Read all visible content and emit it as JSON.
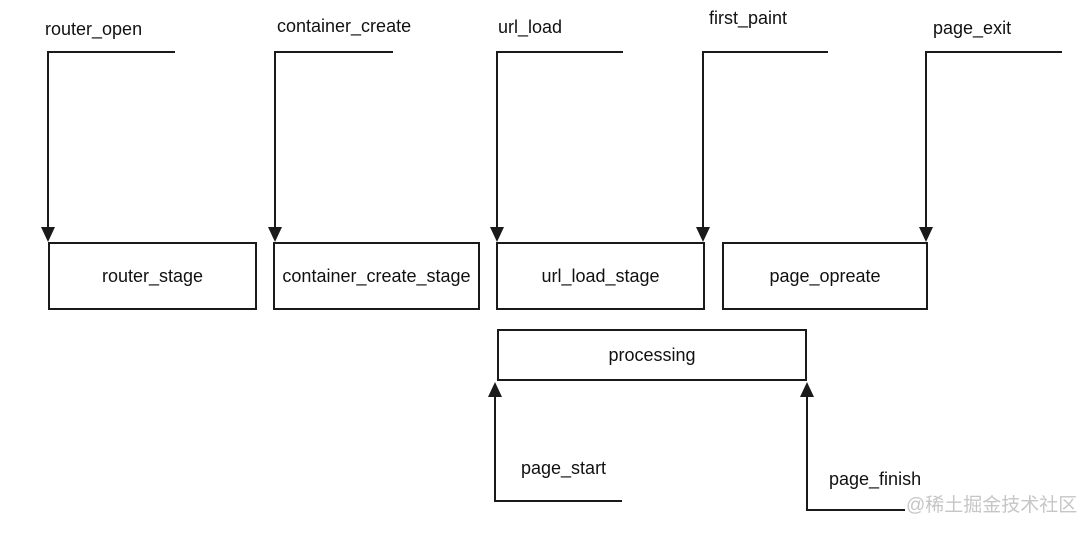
{
  "diagram": {
    "type": "event-timeline-flow",
    "top_events": [
      "router_open",
      "container_create",
      "url_load",
      "first_paint",
      "page_exit"
    ],
    "stages": [
      "router_stage",
      "container_create_stage",
      "url_load_stage",
      "page_opreate"
    ],
    "processing_label": "processing",
    "bottom_events": [
      "page_start",
      "page_finish"
    ]
  },
  "watermark": "@稀土掘金技术社区",
  "colors": {
    "line": "#1a1a1a",
    "text": "#111111",
    "watermark": "#c6c6c6",
    "background": "#ffffff"
  }
}
